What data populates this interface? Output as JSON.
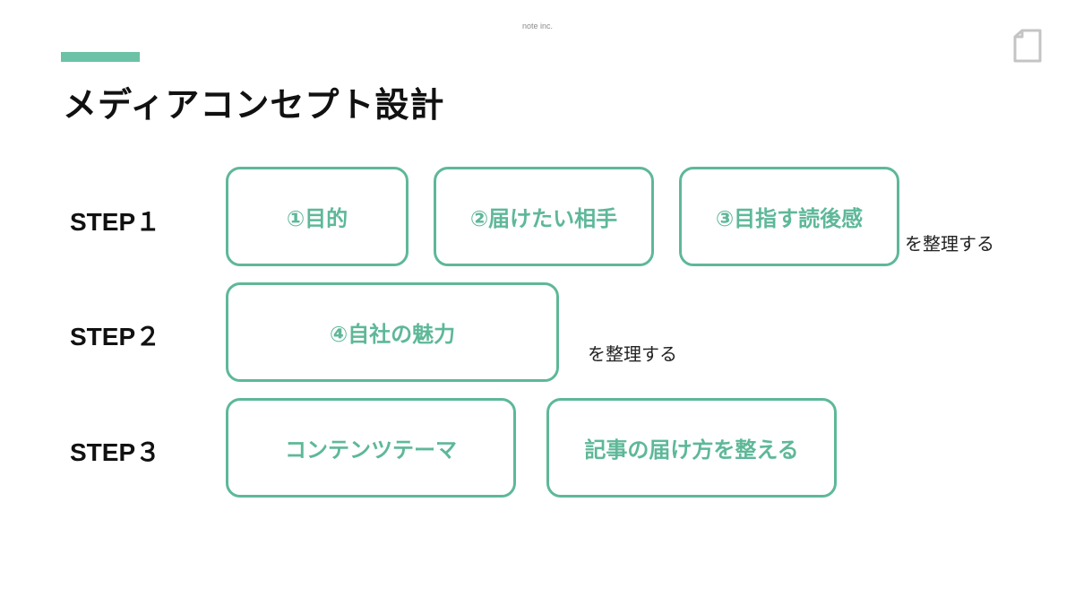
{
  "header": {
    "company": "note inc.",
    "icon": "document-icon",
    "accent_color": "#6cc2a6"
  },
  "slide": {
    "title": "メディアコンセプト設計"
  },
  "steps": [
    {
      "label": "STEP１",
      "boxes": [
        "①目的",
        "②届けたい相手",
        "③目指す読後感"
      ],
      "note": "を整理する"
    },
    {
      "label": "STEP２",
      "boxes": [
        "④自社の魅力"
      ],
      "note": "を整理する"
    },
    {
      "label": "STEP３",
      "boxes": [
        "コンテンツテーマ",
        "記事の届け方を整える"
      ]
    }
  ],
  "colors": {
    "box_border": "#5eb898",
    "box_text": "#5eb898",
    "title_text": "#111111"
  }
}
